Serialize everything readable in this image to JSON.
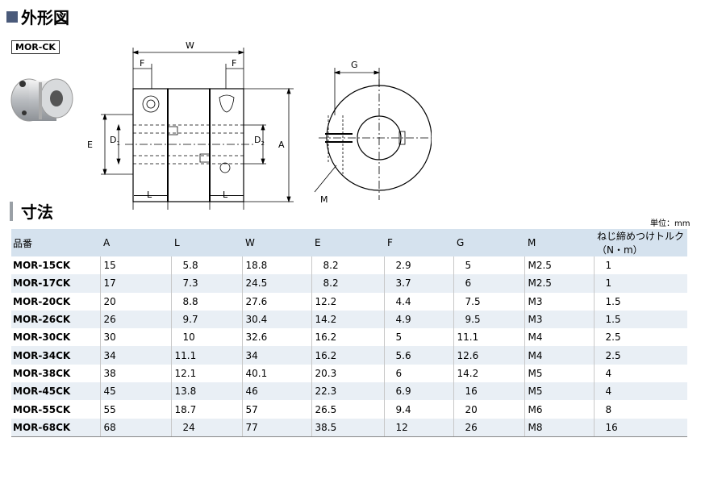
{
  "heading_outline": "外形図",
  "model_label": "MOR-CK",
  "drawing_labels": {
    "W": "W",
    "F": "F",
    "E": "E",
    "D1": "D",
    "D1_sub": "1",
    "D2": "D",
    "D2_sub": "2",
    "A": "A",
    "L": "L",
    "G": "G",
    "M": "M"
  },
  "heading_dims": "寸法",
  "unit_note": "単位：mm",
  "table": {
    "headers": [
      "品番",
      "A",
      "L",
      "W",
      "E",
      "F",
      "G",
      "M",
      "ねじ締めつけトルク",
      "（N・m）"
    ],
    "rows": [
      [
        "MOR-15CK",
        "15",
        "5.8",
        "18.8",
        "8.2",
        "2.9",
        "5",
        "M2.5",
        "1"
      ],
      [
        "MOR-17CK",
        "17",
        "7.3",
        "24.5",
        "8.2",
        "3.7",
        "6",
        "M2.5",
        "1"
      ],
      [
        "MOR-20CK",
        "20",
        "8.8",
        "27.6",
        "12.2",
        "4.4",
        "7.5",
        "M3",
        "1.5"
      ],
      [
        "MOR-26CK",
        "26",
        "9.7",
        "30.4",
        "14.2",
        "4.9",
        "9.5",
        "M3",
        "1.5"
      ],
      [
        "MOR-30CK",
        "30",
        "10",
        "32.6",
        "16.2",
        "5",
        "11.1",
        "M4",
        "2.5"
      ],
      [
        "MOR-34CK",
        "34",
        "11.1",
        "34",
        "16.2",
        "5.6",
        "12.6",
        "M4",
        "2.5"
      ],
      [
        "MOR-38CK",
        "38",
        "12.1",
        "40.1",
        "20.3",
        "6",
        "14.2",
        "M5",
        "4"
      ],
      [
        "MOR-45CK",
        "45",
        "13.8",
        "46",
        "22.3",
        "6.9",
        "16",
        "M5",
        "4"
      ],
      [
        "MOR-55CK",
        "55",
        "18.7",
        "57",
        "26.5",
        "9.4",
        "20",
        "M6",
        "8"
      ],
      [
        "MOR-68CK",
        "68",
        "24",
        "77",
        "38.5",
        "12",
        "26",
        "M8",
        "16"
      ]
    ]
  }
}
